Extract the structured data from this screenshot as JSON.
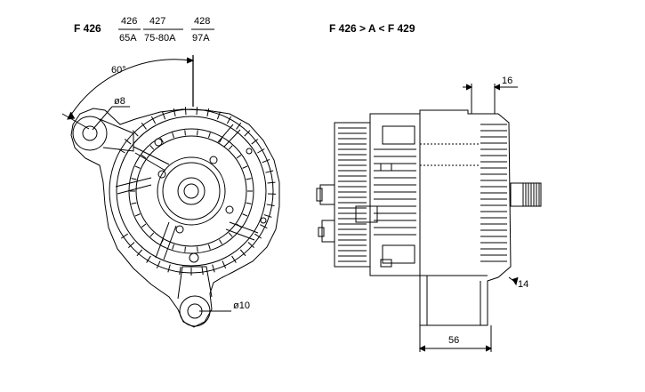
{
  "header": {
    "model": "F 426",
    "variants": [
      {
        "code": "426",
        "rating": "65A"
      },
      {
        "code": "427",
        "rating": "75-80A"
      },
      {
        "code": "428",
        "rating": "97A"
      }
    ],
    "range": "F 426 > A < F 429"
  },
  "dimensions": {
    "angle": "60°",
    "hole_top": "ø8",
    "hole_bottom": "ø10",
    "width_top": "16",
    "offset_right": "14",
    "width_bottom": "56"
  },
  "colors": {
    "line": "#000000",
    "background": "#ffffff"
  }
}
